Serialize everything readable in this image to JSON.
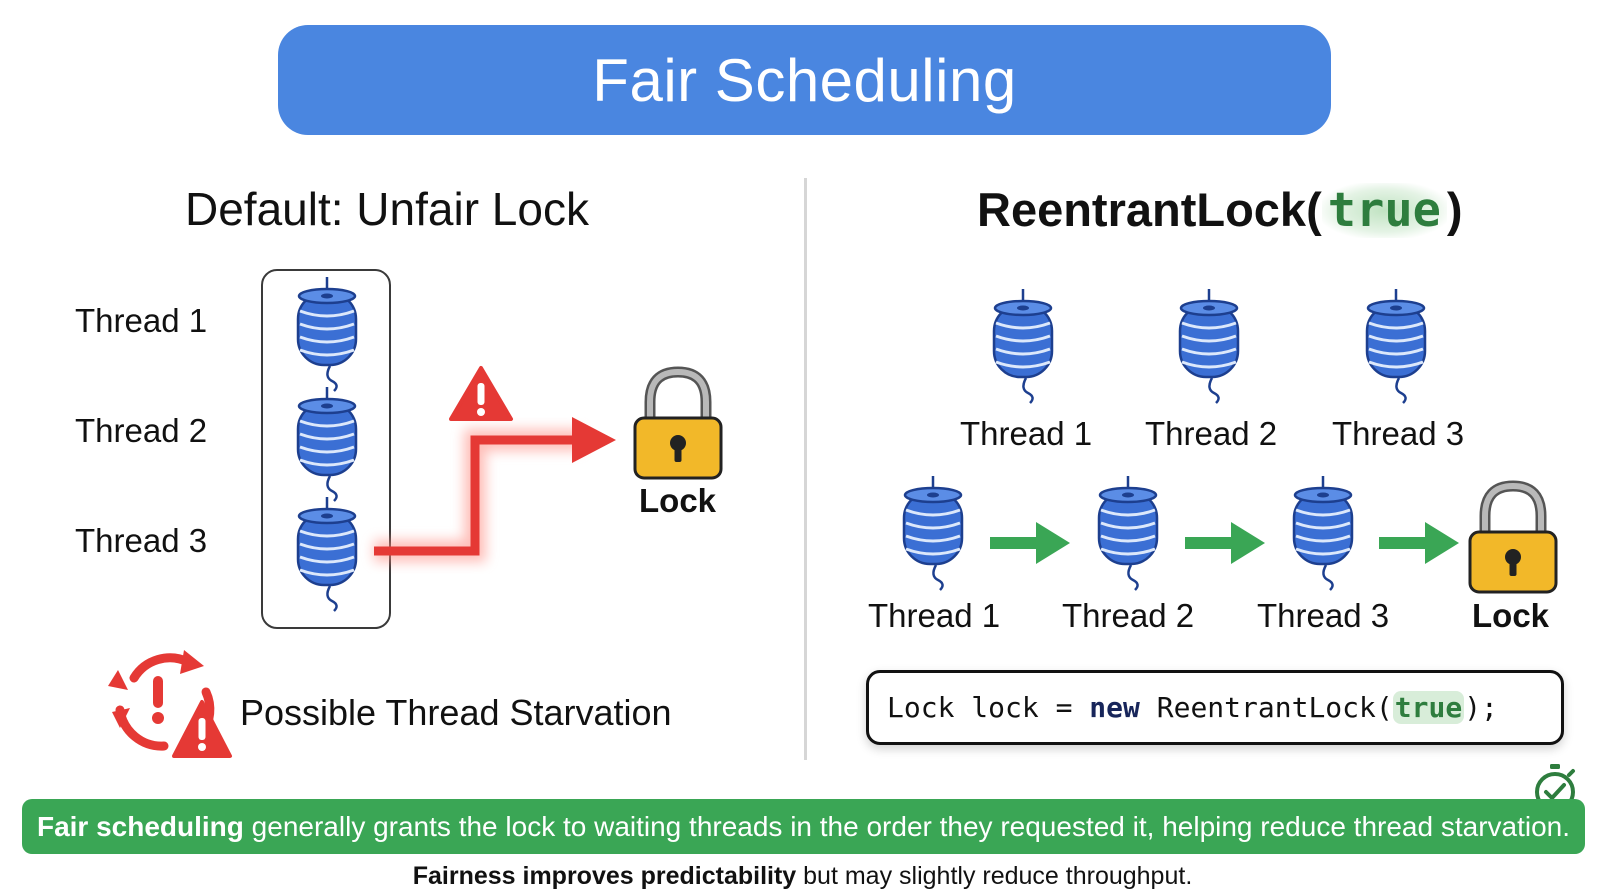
{
  "title": "Fair Scheduling",
  "left_panel": {
    "heading": "Default: Unfair Lock",
    "threads": [
      "Thread 1",
      "Thread 2",
      "Thread 3"
    ],
    "lock_label": "Lock",
    "starvation_text": "Possible Thread Starvation"
  },
  "right_panel": {
    "heading_prefix": "ReentrantLock(",
    "heading_arg": "true",
    "heading_suffix": ")",
    "top_threads": [
      "Thread 1",
      "Thread 2",
      "Thread 3"
    ],
    "queue_threads": [
      "Thread 1",
      "Thread 2",
      "Thread 3"
    ],
    "lock_label": "Lock",
    "code": {
      "part1": "Lock lock = ",
      "keyword_new": "new",
      "part2": " ReentrantLock(",
      "keyword_true": "true",
      "part3": ");"
    }
  },
  "footer": {
    "bold": "Fair scheduling",
    "rest": " generally grants the lock to waiting threads in the order they requested it, helping reduce thread starvation."
  },
  "footnote": {
    "bold": "Fairness improves predictability",
    "rest": " but may slightly reduce throughput."
  },
  "colors": {
    "title_bg": "#4a86e0",
    "coil_blue": "#3b6fd4",
    "lock_gold": "#f2b829",
    "red_arrow": "#e53935",
    "green_arrow": "#3aa655",
    "footer_bg": "#3aa655"
  },
  "icons": [
    "thread-coil-icon",
    "padlock-icon",
    "warning-icon",
    "starvation-cycle-icon",
    "green-arrow-icon",
    "stopwatch-check-icon"
  ]
}
